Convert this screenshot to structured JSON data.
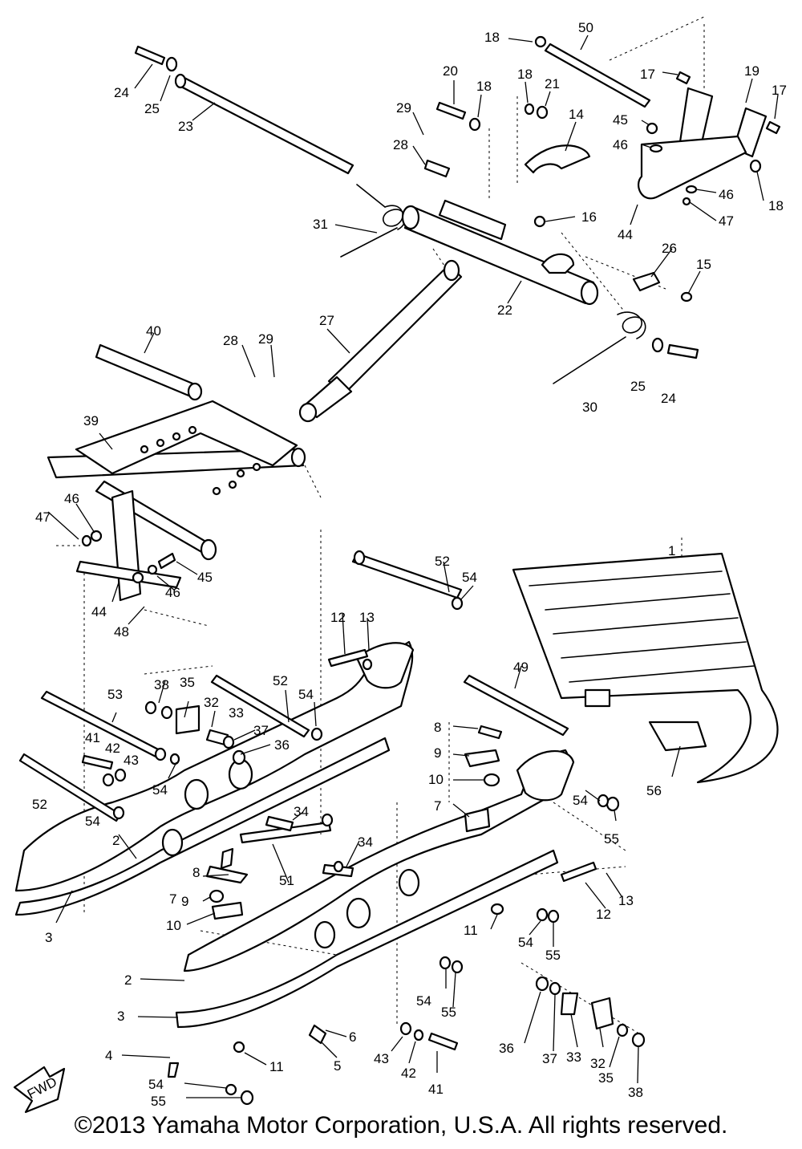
{
  "callouts": [
    "1",
    "2",
    "3",
    "4",
    "5",
    "6",
    "7",
    "8",
    "9",
    "10",
    "11",
    "12",
    "13",
    "14",
    "15",
    "16",
    "17",
    "18",
    "19",
    "20",
    "21",
    "22",
    "23",
    "24",
    "25",
    "26",
    "27",
    "28",
    "29",
    "30",
    "31",
    "32",
    "33",
    "34",
    "35",
    "36",
    "37",
    "38",
    "39",
    "40",
    "41",
    "42",
    "43",
    "44",
    "45",
    "46",
    "47",
    "48",
    "49",
    "50",
    "51",
    "52",
    "53",
    "54",
    "55",
    "56"
  ],
  "fwd_label": "FWD",
  "copyright": "©2013 Yamaha Motor Corporation, U.S.A. All rights reserved."
}
